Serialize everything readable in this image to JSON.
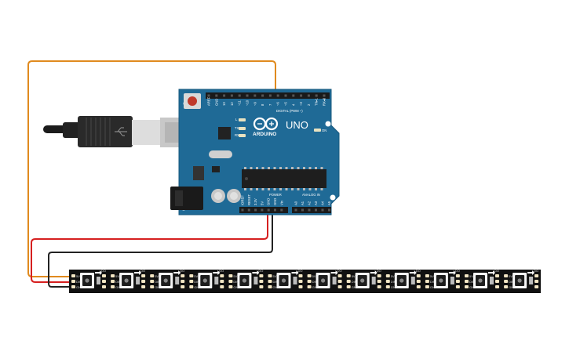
{
  "colors": {
    "board": "#1f6a96",
    "board_edge": "#17587e",
    "wire_signal": "#e08a1e",
    "wire_power": "#d62020",
    "wire_ground": "#222222",
    "strip": "#111111",
    "led_pad": "#f3e6c4"
  },
  "board": {
    "brand": "ARDUINO",
    "model": "UNO",
    "digital_label": "DIGITAL (PWM ~)",
    "power_label": "POWER",
    "analog_label": "ANALOG IN",
    "on_label": "ON",
    "led_labels": [
      "L",
      "TX",
      "RX"
    ],
    "digital_pins": [
      "AREF",
      "GND",
      "13",
      "12",
      "~11",
      "~10",
      "~9",
      "8",
      "7",
      "~6",
      "~5",
      "4",
      "~3",
      "2",
      "TX▸1",
      "RX◂0"
    ],
    "power_pins": [
      "IOREF",
      "RESET",
      "3.3V",
      "5V",
      "GND",
      "GND",
      "Vin"
    ],
    "analog_pins": [
      "A0",
      "A1",
      "A2",
      "A3",
      "A4",
      "A5"
    ]
  },
  "strip": {
    "pixel_count": 12,
    "pad_labels": [
      "5V",
      "DIN",
      "GND"
    ],
    "pixel_label": "DO"
  },
  "cable": {
    "type": "usb-b"
  }
}
